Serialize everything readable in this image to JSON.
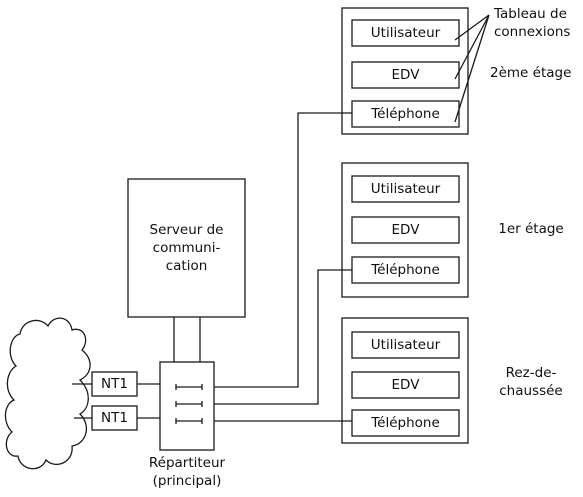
{
  "floors": [
    {
      "label": "2ème étage",
      "rooms": [
        "Utilisateur",
        "EDV",
        "Téléphone"
      ]
    },
    {
      "label": "1er étage",
      "rooms": [
        "Utilisateur",
        "EDV",
        "Téléphone"
      ]
    },
    {
      "label": "Rez-de-\nchaussée",
      "rooms": [
        "Utilisateur",
        "EDV",
        "Téléphone"
      ]
    }
  ],
  "patch_panel_label": "Tableau de\nconnexions",
  "server_label": "Serveur de\ncommuni-\ncation",
  "nt1": [
    "NT1",
    "NT1"
  ],
  "distributor_label": "Répartiteur\n(principal)"
}
